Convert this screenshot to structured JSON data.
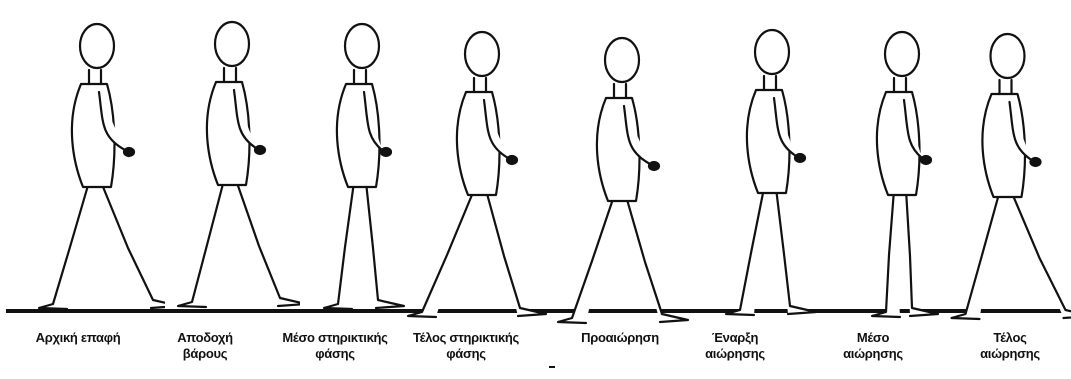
{
  "phases": [
    {
      "line1": "Αρχική επαφή",
      "line2": ""
    },
    {
      "line1": "Αποδοχή",
      "line2": "βάρους"
    },
    {
      "line1": "Μέσο στηρικτικής",
      "line2": "φάσης"
    },
    {
      "line1": "Τέλος στηρικτικής",
      "line2": "φάσης"
    },
    {
      "line1": "Προαιώρηση",
      "line2": ""
    },
    {
      "line1": "Έναρξη",
      "line2": "αιώρησης"
    },
    {
      "line1": "Μέσο",
      "line2": "αιώρησης"
    },
    {
      "line1": "Τέλος",
      "line2": "αιώρησης"
    }
  ]
}
